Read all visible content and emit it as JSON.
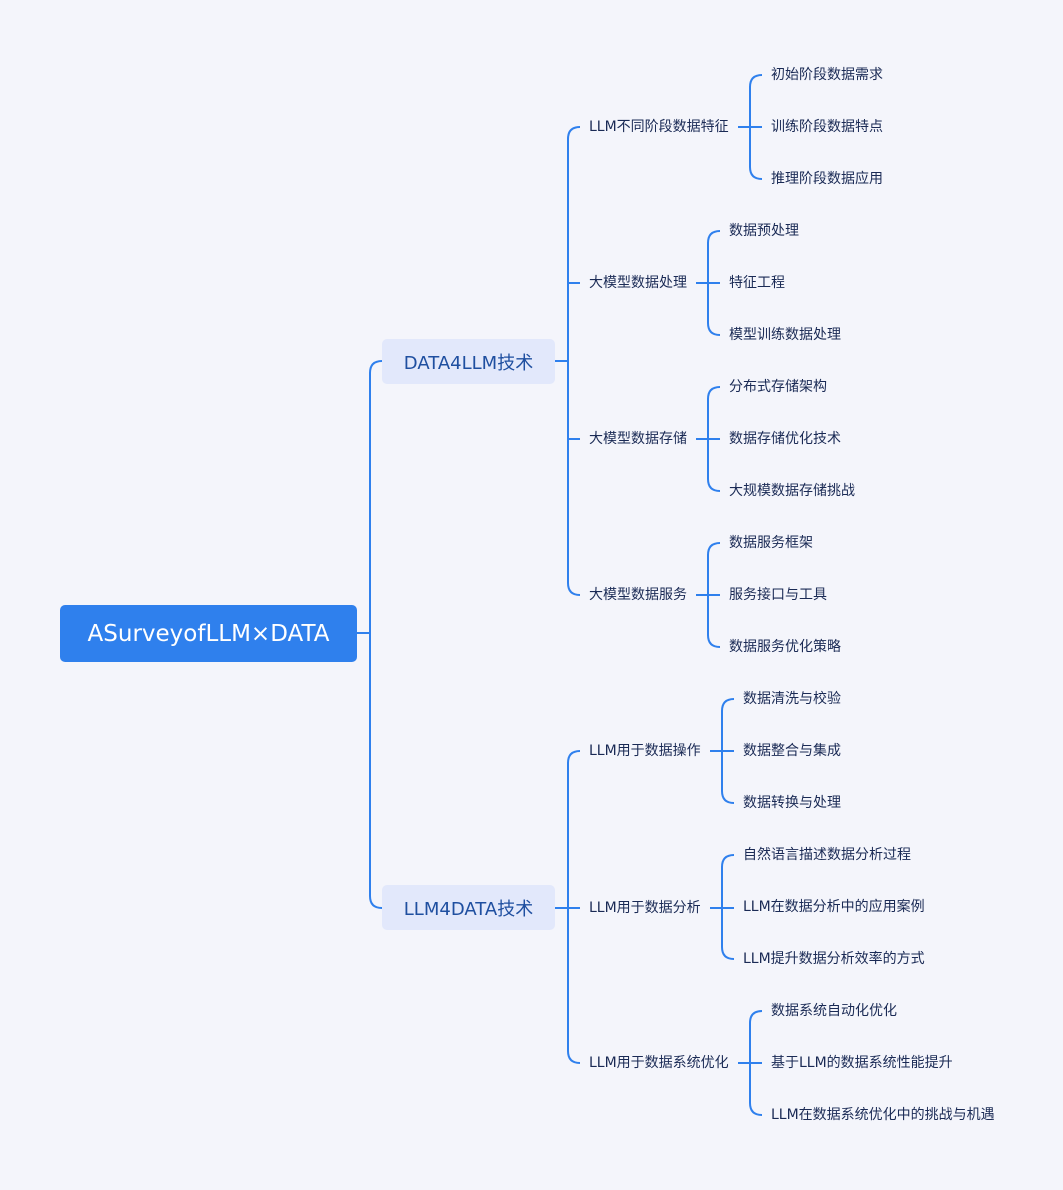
{
  "root": {
    "label": "ASurveyofLLM×DATA"
  },
  "colors": {
    "line": "#2f80ed",
    "root_bg": "#2f80ed",
    "branch_bg": "#e2e8fb",
    "background": "#f4f5fb"
  },
  "branches": [
    {
      "label": "DATA4LLM技术",
      "children": [
        {
          "label": "LLM不同阶段数据特征",
          "children": [
            {
              "label": "初始阶段数据需求"
            },
            {
              "label": "训练阶段数据特点"
            },
            {
              "label": "推理阶段数据应用"
            }
          ]
        },
        {
          "label": "大模型数据处理",
          "children": [
            {
              "label": "数据预处理"
            },
            {
              "label": "特征工程"
            },
            {
              "label": "模型训练数据处理"
            }
          ]
        },
        {
          "label": "大模型数据存储",
          "children": [
            {
              "label": "分布式存储架构"
            },
            {
              "label": "数据存储优化技术"
            },
            {
              "label": "大规模数据存储挑战"
            }
          ]
        },
        {
          "label": "大模型数据服务",
          "children": [
            {
              "label": "数据服务框架"
            },
            {
              "label": "服务接口与工具"
            },
            {
              "label": "数据服务优化策略"
            }
          ]
        }
      ]
    },
    {
      "label": "LLM4DATA技术",
      "children": [
        {
          "label": "LLM用于数据操作",
          "children": [
            {
              "label": "数据清洗与校验"
            },
            {
              "label": "数据整合与集成"
            },
            {
              "label": "数据转换与处理"
            }
          ]
        },
        {
          "label": "LLM用于数据分析",
          "children": [
            {
              "label": "自然语言描述数据分析过程"
            },
            {
              "label": "LLM在数据分析中的应用案例"
            },
            {
              "label": "LLM提升数据分析效率的方式"
            }
          ]
        },
        {
          "label": "LLM用于数据系统优化",
          "children": [
            {
              "label": "数据系统自动化优化"
            },
            {
              "label": "基于LLM的数据系统性能提升"
            },
            {
              "label": "LLM在数据系统优化中的挑战与机遇"
            }
          ]
        }
      ]
    }
  ]
}
